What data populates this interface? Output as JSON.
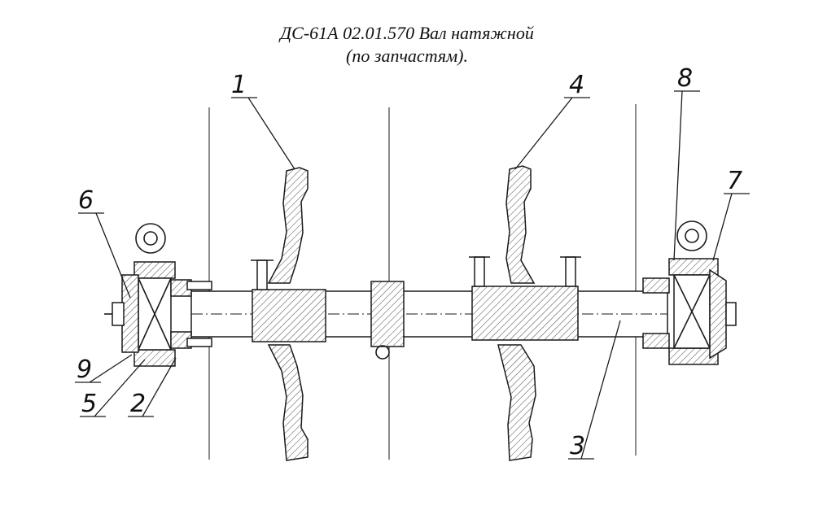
{
  "title": {
    "line1": "ДС-61А 02.01.570 Вал натяжной",
    "line2": "(по запчастям)."
  },
  "callouts": {
    "c1": "1",
    "c2": "2",
    "c3": "3",
    "c4": "4",
    "c5": "5",
    "c6": "6",
    "c7": "7",
    "c8": "8",
    "c9": "9"
  }
}
